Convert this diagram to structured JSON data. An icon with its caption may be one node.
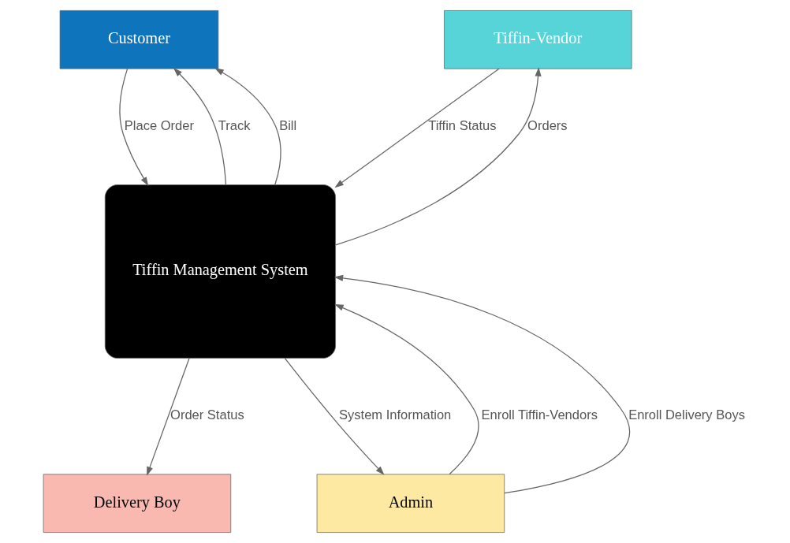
{
  "diagram": {
    "nodes": [
      {
        "text": [
          "Customer"
        ]
      },
      {
        "text": [
          "Tiffin-Vendor"
        ]
      },
      {
        "text": [
          "Tiffin Management System"
        ]
      },
      {
        "text": [
          "Delivery Boy"
        ]
      },
      {
        "text": [
          "Admin"
        ]
      }
    ],
    "edges": [
      {
        "from": 0,
        "to": 2,
        "arrow": "to",
        "label": "Place Order"
      },
      {
        "from": 2,
        "to": 0,
        "arrow": "to",
        "label": "Track"
      },
      {
        "from": 2,
        "to": 0,
        "arrow": "to",
        "label": "Bill"
      },
      {
        "from": 1,
        "to": 2,
        "arrow": "to",
        "label": "Tiffin Status"
      },
      {
        "from": 2,
        "to": 1,
        "arrow": "to",
        "label": "Orders"
      },
      {
        "from": 4,
        "to": 2,
        "arrow": "to",
        "label": "Enroll Tiffin-Vendors"
      },
      {
        "from": 4,
        "to": 2,
        "arrow": "to",
        "label": "Enroll Delivery Boys"
      },
      {
        "from": 2,
        "to": 3,
        "arrow": "to",
        "label": "Order Status"
      },
      {
        "from": 2,
        "to": 4,
        "arrow": "to",
        "label": "System Information"
      }
    ]
  }
}
